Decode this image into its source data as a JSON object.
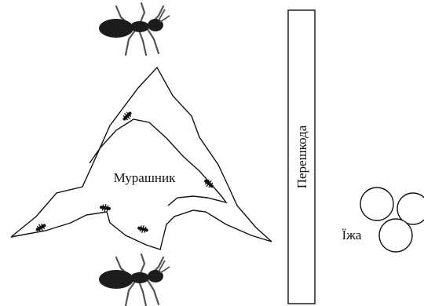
{
  "labels": {
    "anthill": "Мурашник",
    "obstacle": "Перешкода",
    "food": "Їжа"
  },
  "colors": {
    "ink": "#111111",
    "ant_body": "#1c1c1c",
    "ant_legs": "#555555",
    "background": "#ffffff"
  },
  "icons": [
    "ant-icon",
    "ant-icon",
    "small-ant-icon",
    "food-circle"
  ]
}
